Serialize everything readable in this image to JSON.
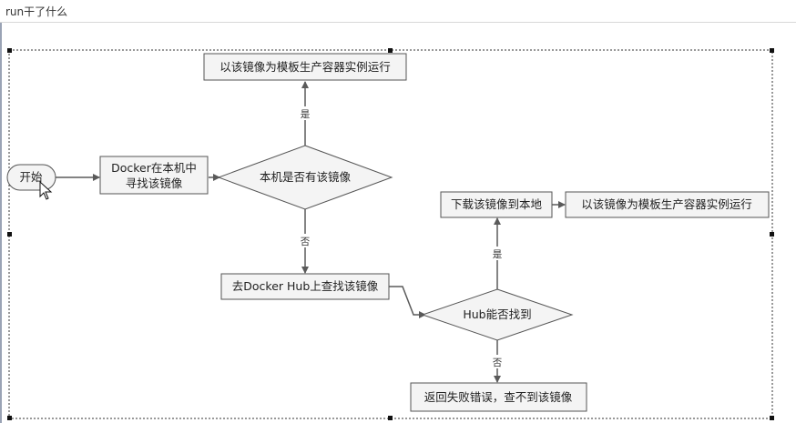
{
  "document": {
    "title": "run干了什么"
  },
  "flowchart": {
    "start": "开始",
    "search_local": [
      "Docker在本机中",
      "寻找该镜像"
    ],
    "has_image": "本机是否有该镜像",
    "run_local": "以该镜像为模板生产容器实例运行",
    "search_hub": "去Docker Hub上查找该镜像",
    "hub_found": "Hub能否找到",
    "download": "下载该镜像到本地",
    "run_downloaded": "以该镜像为模板生产容器实例运行",
    "fail": "返回失败错误，查不到该镜像",
    "yes_label": "是",
    "no_label": "否"
  },
  "colors": {
    "box_fill": "#f4f4f4",
    "box_stroke": "#555555",
    "arrow": "#5a5a5a"
  },
  "icons": {
    "cursor": "mouse-pointer-icon"
  }
}
